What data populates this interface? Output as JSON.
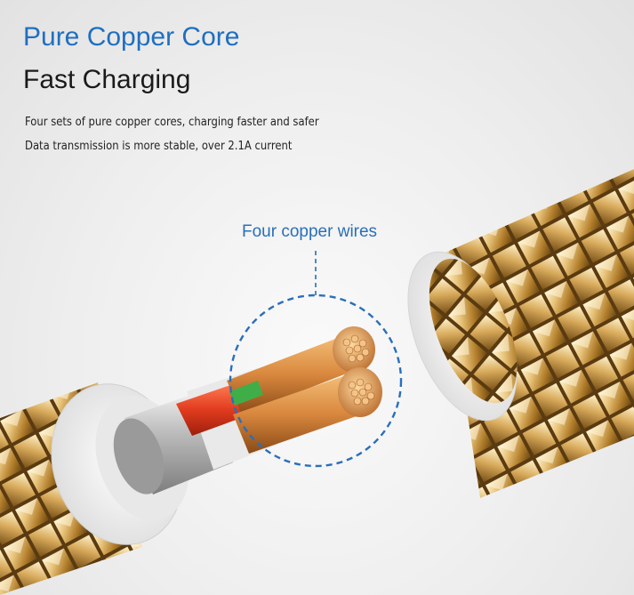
{
  "header": {
    "title": "Pure Copper Core",
    "subtitle": "Fast Charging",
    "description": [
      "Four sets of pure copper cores, charging faster and safer",
      "Data transmission is more stable, over 2.1A current"
    ]
  },
  "callout": {
    "label": "Four copper wires"
  },
  "colors": {
    "title": "#1f6fc0",
    "callout": "#2a6fb8",
    "braid_gold": "#c99a45",
    "wire_copper": "#d9883e",
    "wire_red": "#e03b1e",
    "wire_green": "#3fae48"
  }
}
